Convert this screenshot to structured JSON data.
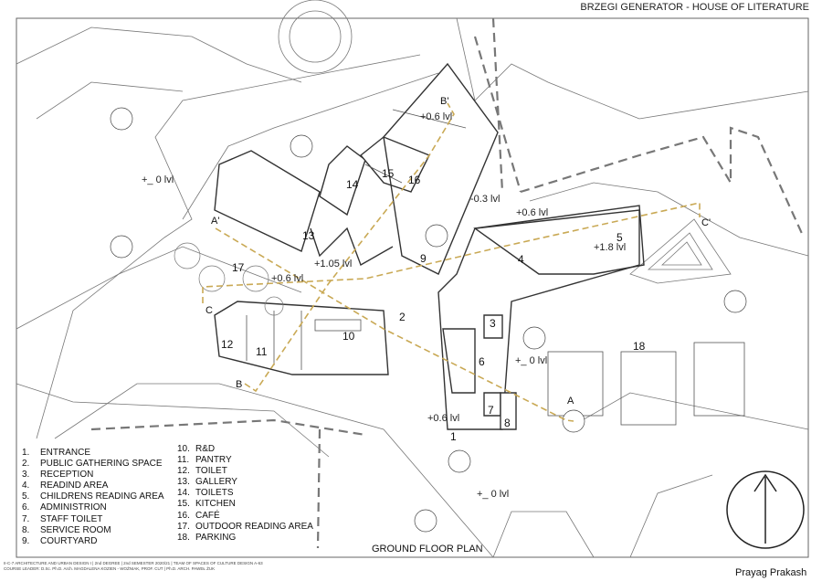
{
  "header": {
    "title": "BRZEGI GENERATOR - HOUSE OF LITERATURE"
  },
  "plan": {
    "title": "GROUND FLOOR PLAN",
    "author": "Prayag Prakash",
    "room_numbers": [
      "1",
      "2",
      "3",
      "4",
      "5",
      "6",
      "7",
      "8",
      "9",
      "10",
      "11",
      "12",
      "13",
      "14",
      "15",
      "16",
      "17",
      "18"
    ],
    "levels": [
      "+_ 0 lvl",
      "+0.6 lvl",
      "-0.3 lvl",
      "+0.6  lvl",
      "+1.8 lvl",
      "+1.05 lvl",
      "+0.6 lvl",
      "+_ 0 lvl",
      "+0.6  lvl",
      "+_ 0 lvl"
    ],
    "section_marks": [
      "A",
      "A'",
      "B",
      "B'",
      "C",
      "C'"
    ],
    "section_line_color": "#c9a955"
  },
  "legend": {
    "col1": [
      {
        "n": "1.",
        "label": "ENTRANCE"
      },
      {
        "n": "2.",
        "label": "PUBLIC GATHERING SPACE"
      },
      {
        "n": "3.",
        "label": "RECEPTION"
      },
      {
        "n": "4.",
        "label": "READIND AREA"
      },
      {
        "n": "5.",
        "label": "CHILDRENS READING AREA"
      },
      {
        "n": "6.",
        "label": "ADMINISTRION"
      },
      {
        "n": "7.",
        "label": "STAFF TOILET"
      },
      {
        "n": "8.",
        "label": "SERVICE ROOM"
      },
      {
        "n": "9.",
        "label": "COURTYARD"
      }
    ],
    "col2": [
      {
        "n": "10.",
        "label": "R&D"
      },
      {
        "n": "11.",
        "label": "PANTRY"
      },
      {
        "n": "12.",
        "label": "TOILET"
      },
      {
        "n": "13.",
        "label": "GALLERY"
      },
      {
        "n": "14.",
        "label": "TOILETS"
      },
      {
        "n": "15.",
        "label": "KITCHEN"
      },
      {
        "n": "16.",
        "label": "CAFÉ"
      },
      {
        "n": "17.",
        "label": "OUTDOOR READING AREA"
      },
      {
        "n": "18.",
        "label": "PARKING"
      }
    ]
  },
  "footer": {
    "line1": "II-C-7 ARCHITECTURE AND URBAN DESIGN I | 2nd DEGREE | 2nd SEMESTER 2020/21 | TEAM OF SPACES OF CULTURE DESIGN A-63",
    "line2": "COURSE LEADER: D.Sc. Ph.D. Arch. MAGDALENA KOZIEN - WOŹNIAK, PROF. CUT | Ph.D. ARCH. PAWEŁ ŻUK"
  }
}
